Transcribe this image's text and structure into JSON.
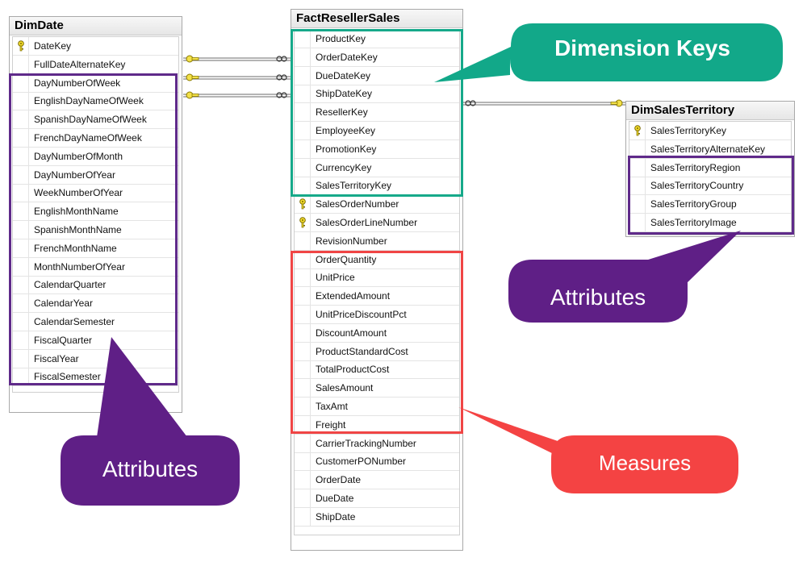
{
  "tables": {
    "dimdate": {
      "title": "DimDate",
      "columns": [
        "DateKey",
        "FullDateAlternateKey",
        "DayNumberOfWeek",
        "EnglishDayNameOfWeek",
        "SpanishDayNameOfWeek",
        "FrenchDayNameOfWeek",
        "DayNumberOfMonth",
        "DayNumberOfYear",
        "WeekNumberOfYear",
        "EnglishMonthName",
        "SpanishMonthName",
        "FrenchMonthName",
        "MonthNumberOfYear",
        "CalendarQuarter",
        "CalendarYear",
        "CalendarSemester",
        "FiscalQuarter",
        "FiscalYear",
        "FiscalSemester"
      ],
      "key_columns": [
        "DateKey"
      ]
    },
    "fact": {
      "title": "FactResellerSales",
      "columns": [
        "ProductKey",
        "OrderDateKey",
        "DueDateKey",
        "ShipDateKey",
        "ResellerKey",
        "EmployeeKey",
        "PromotionKey",
        "CurrencyKey",
        "SalesTerritoryKey",
        "SalesOrderNumber",
        "SalesOrderLineNumber",
        "RevisionNumber",
        "OrderQuantity",
        "UnitPrice",
        "ExtendedAmount",
        "UnitPriceDiscountPct",
        "DiscountAmount",
        "ProductStandardCost",
        "TotalProductCost",
        "SalesAmount",
        "TaxAmt",
        "Freight",
        "CarrierTrackingNumber",
        "CustomerPONumber",
        "OrderDate",
        "DueDate",
        "ShipDate"
      ],
      "key_columns": [
        "SalesOrderNumber",
        "SalesOrderLineNumber"
      ]
    },
    "territory": {
      "title": "DimSalesTerritory",
      "columns": [
        "SalesTerritoryKey",
        "SalesTerritoryAlternateKey",
        "SalesTerritoryRegion",
        "SalesTerritoryCountry",
        "SalesTerritoryGroup",
        "SalesTerritoryImage"
      ],
      "key_columns": [
        "SalesTerritoryKey"
      ]
    }
  },
  "callouts": {
    "dimension_keys": "Dimension Keys",
    "attributes_right": "Attributes",
    "attributes_left": "Attributes",
    "measures": "Measures"
  },
  "colors": {
    "teal": "#13a98a",
    "purple": "#5f1f86",
    "red": "#f44343",
    "key_yellow": "#e8d21d",
    "connector": "#555555"
  }
}
